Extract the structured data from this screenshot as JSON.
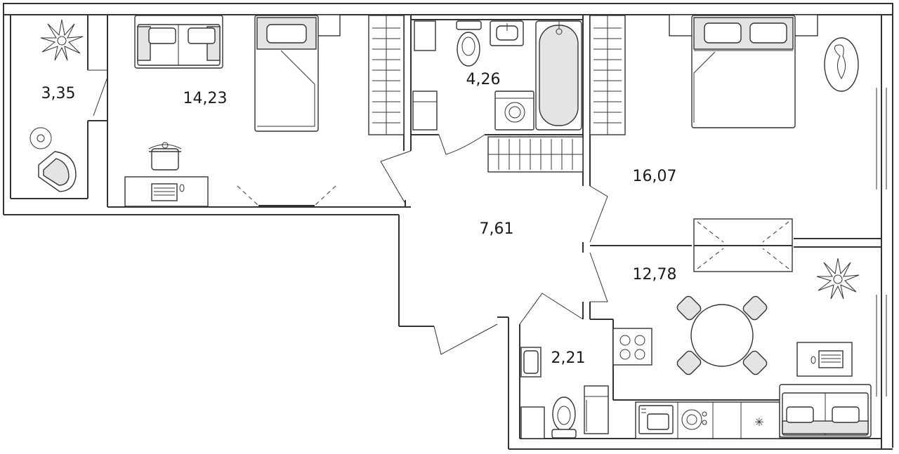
{
  "rooms": [
    {
      "id": "loggia",
      "area": "3,35"
    },
    {
      "id": "bedroom-1",
      "area": "14,23"
    },
    {
      "id": "bathroom",
      "area": "4,26"
    },
    {
      "id": "bedroom-2",
      "area": "16,07"
    },
    {
      "id": "hallway",
      "area": "7,61"
    },
    {
      "id": "kitchen-living",
      "area": "12,78"
    },
    {
      "id": "wc",
      "area": "2,21"
    }
  ],
  "icons": [
    "plant-icon",
    "sofa-icon",
    "bed-icon",
    "toilet-icon",
    "sink-icon",
    "bathtub-icon",
    "washing-machine-icon",
    "wardrobe-icon",
    "cooking-pot-icon",
    "laptop-icon",
    "armchair-icon",
    "round-table-icon",
    "chair-icon",
    "stove-icon",
    "kitchen-sink-icon",
    "fridge-icon",
    "rug-icon"
  ],
  "colors": {
    "wall": "#333333",
    "furniture_fill": "#e4e4e4",
    "background": "#ffffff"
  }
}
